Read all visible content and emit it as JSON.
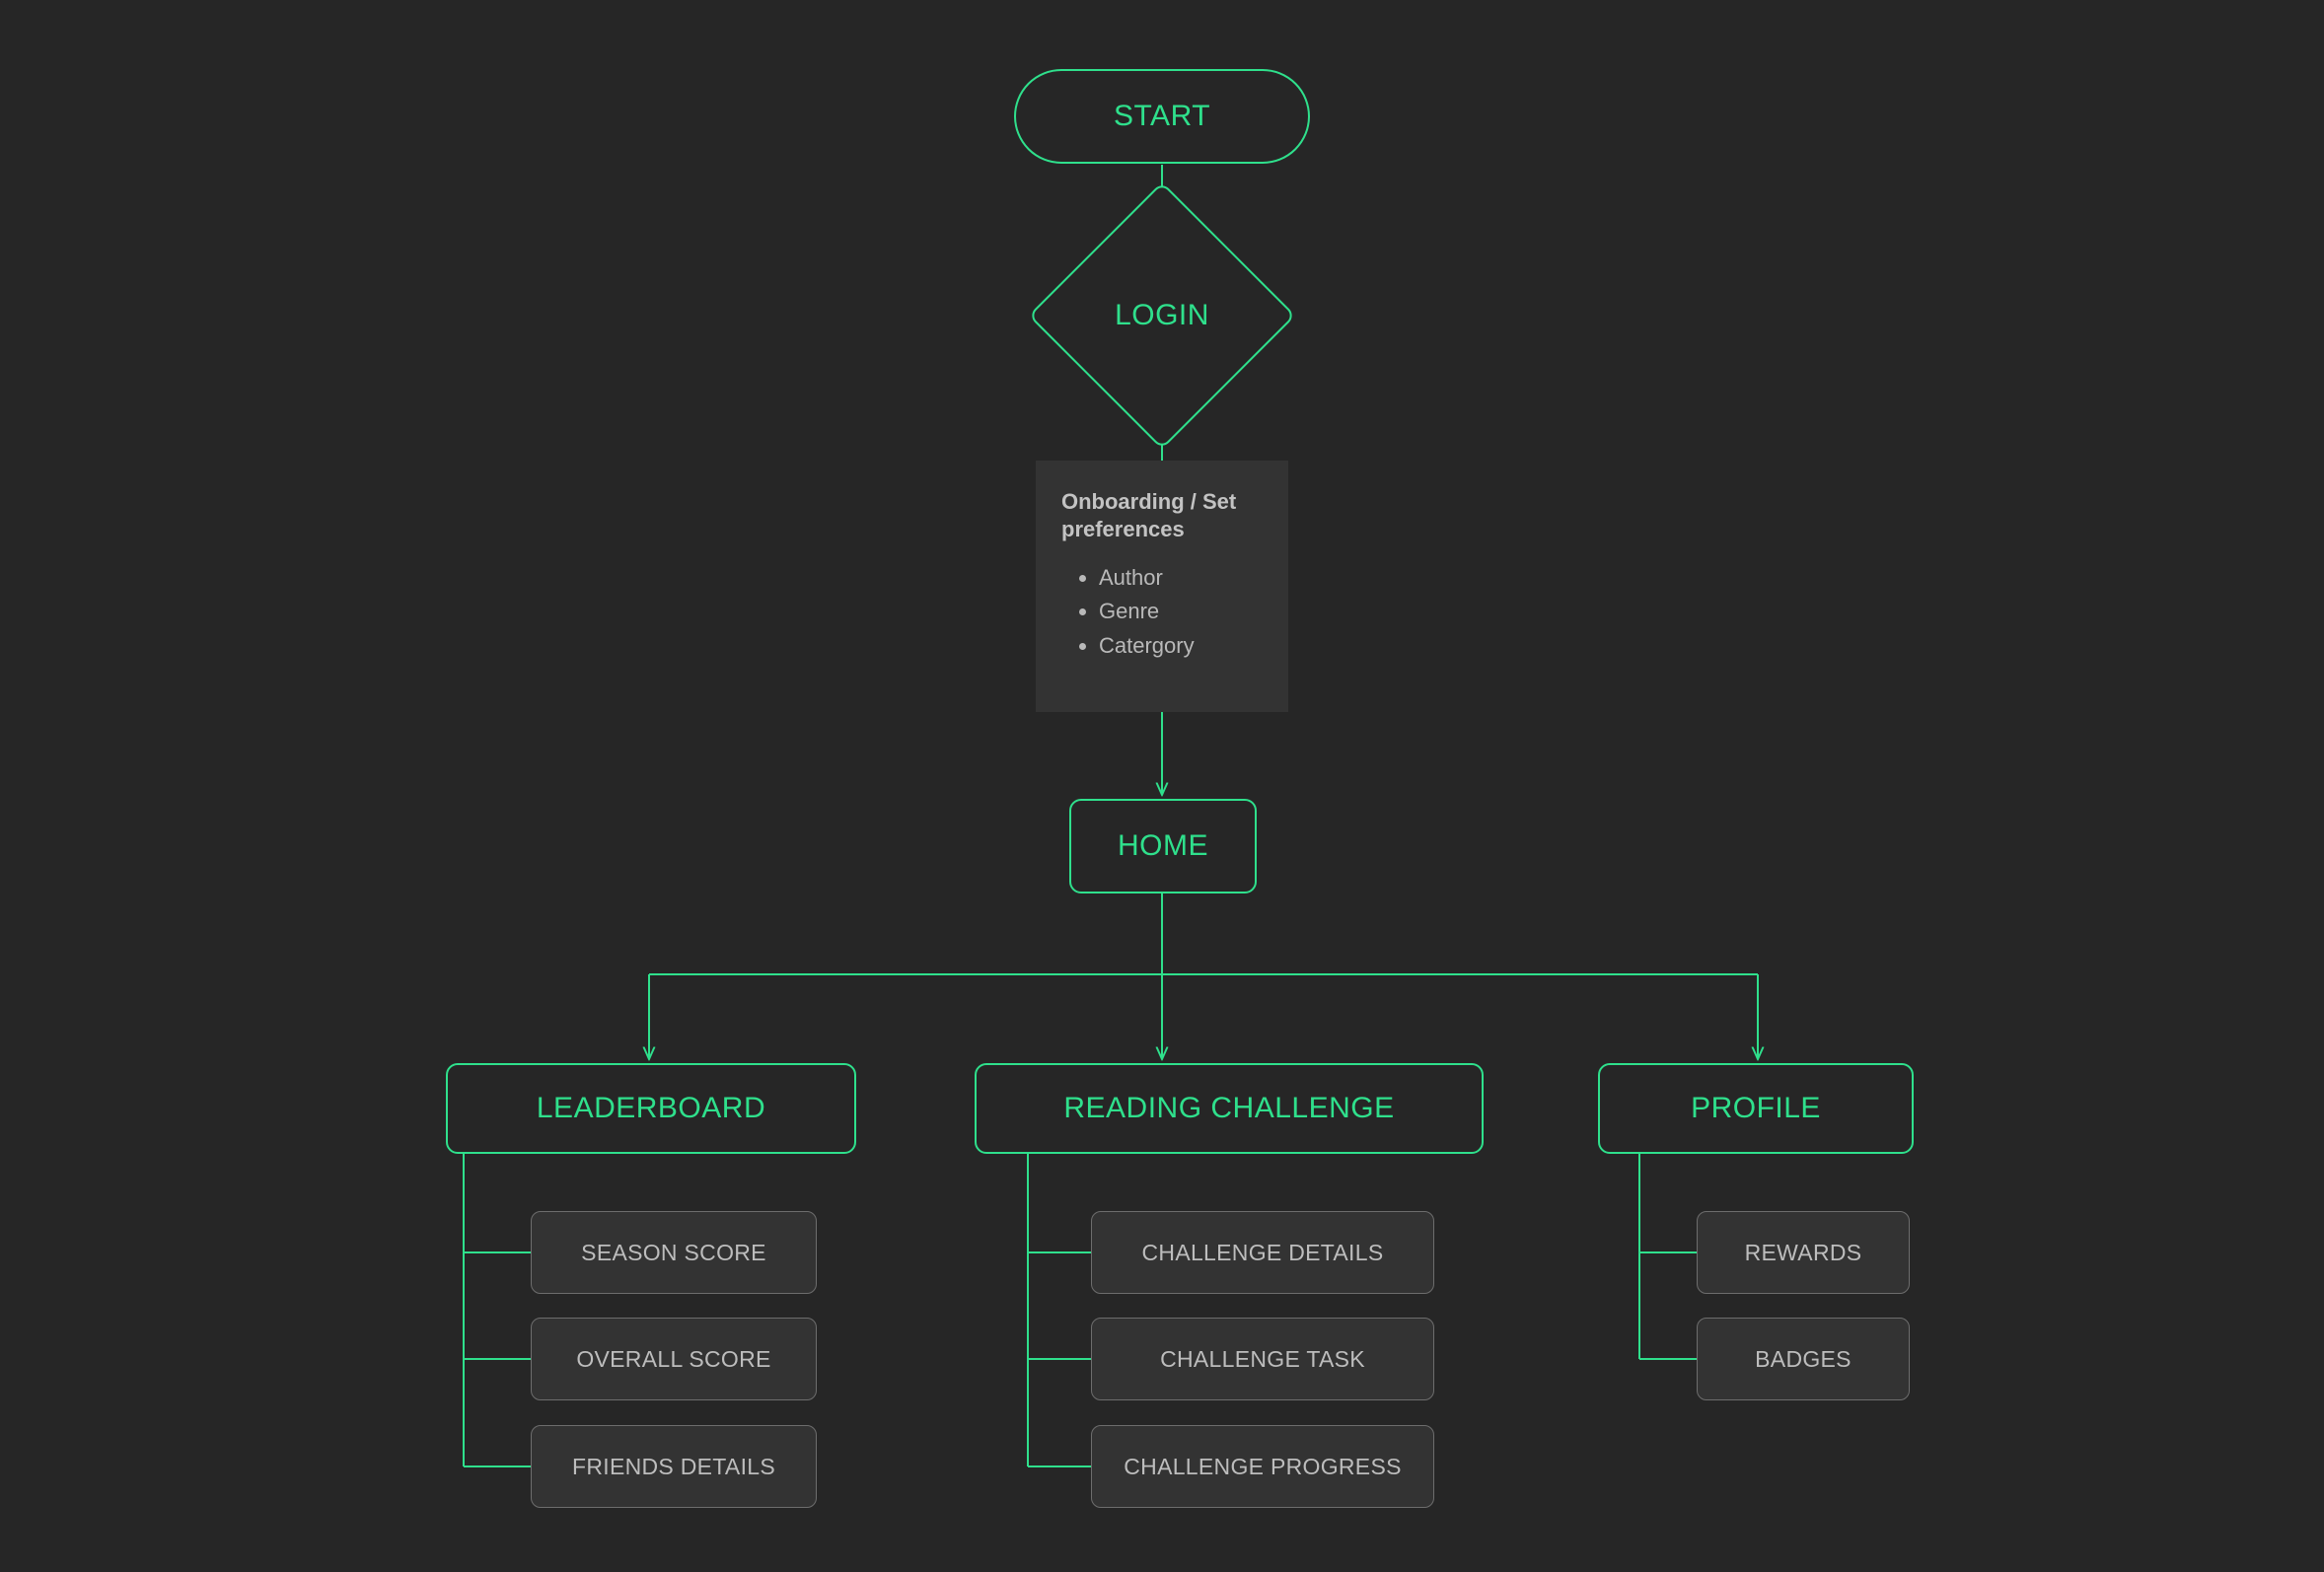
{
  "theme": {
    "background": "#262626",
    "accent_green": "#2fe08c",
    "panel_fill": "#333333",
    "panel_border": "#6d6d6d",
    "muted_text": "#bdbdbd"
  },
  "flow": {
    "start": {
      "label": "START"
    },
    "login": {
      "label": "LOGIN"
    },
    "onboarding": {
      "title": "Onboarding / Set preferences",
      "items": [
        "Author",
        "Genre",
        "Catergory"
      ]
    },
    "home": {
      "label": "HOME"
    },
    "branches": [
      {
        "label": "LEADERBOARD",
        "children": [
          "SEASON SCORE",
          "OVERALL SCORE",
          "FRIENDS  DETAILS"
        ]
      },
      {
        "label": "READING CHALLENGE",
        "children": [
          "CHALLENGE  DETAILS",
          "CHALLENGE TASK",
          "CHALLENGE PROGRESS"
        ]
      },
      {
        "label": "PROFILE",
        "children": [
          "REWARDS",
          "BADGES"
        ]
      }
    ]
  }
}
